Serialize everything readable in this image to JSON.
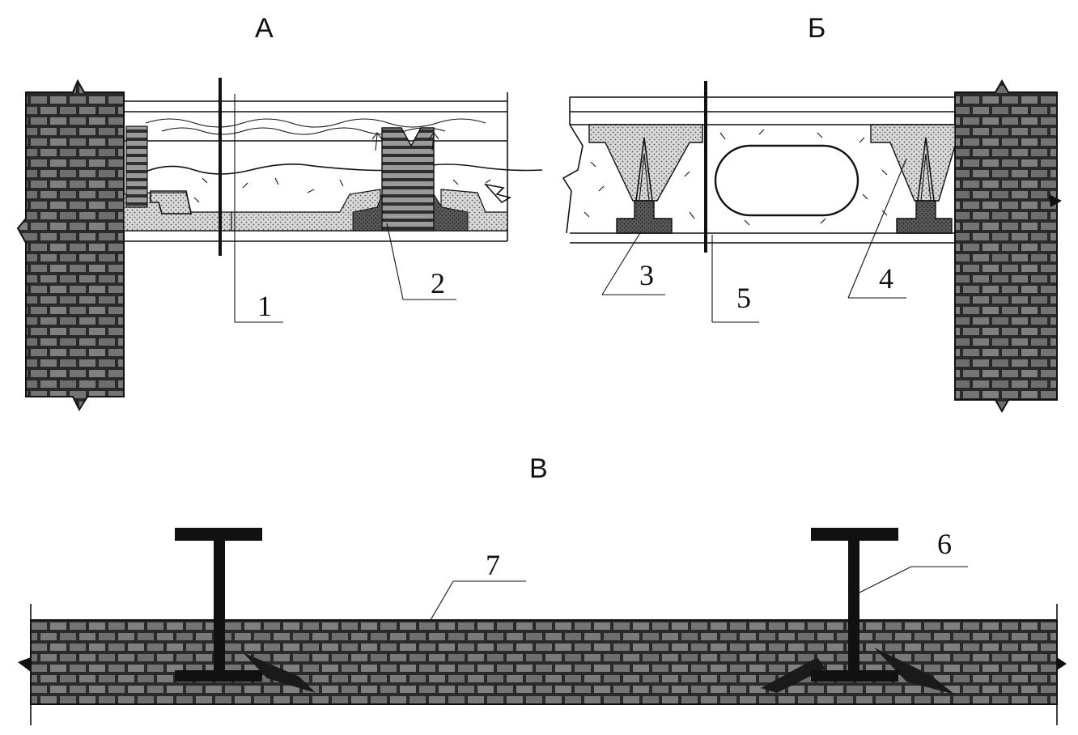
{
  "panels": {
    "a": {
      "letter": "А"
    },
    "b": {
      "letter": "Б"
    },
    "c": {
      "letter": "В"
    }
  },
  "callouts": [
    "1",
    "2",
    "3",
    "4",
    "5",
    "6",
    "7"
  ]
}
